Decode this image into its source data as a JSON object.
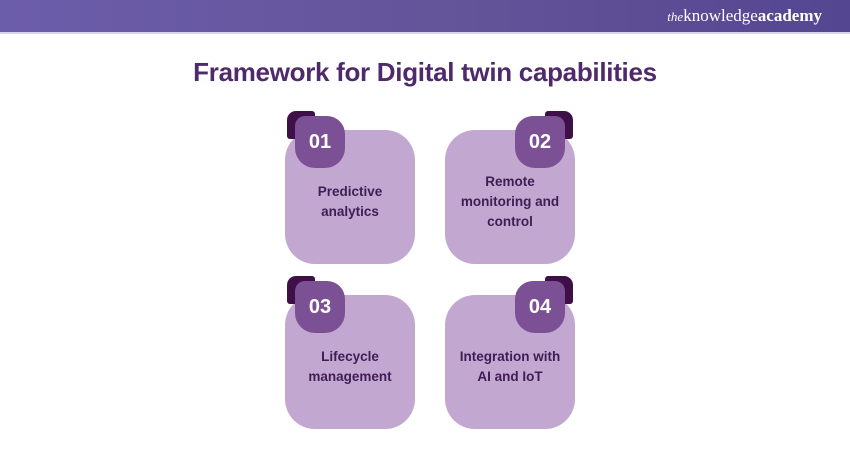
{
  "topbar": {
    "logo": {
      "the": "the",
      "knowledge": "knowledge",
      "academy": "academy"
    }
  },
  "title": "Framework for Digital twin capabilities",
  "cards": [
    {
      "number": "01",
      "label": "Predictive analytics"
    },
    {
      "number": "02",
      "label": "Remote monitoring and control"
    },
    {
      "number": "03",
      "label": "Lifecycle management"
    },
    {
      "number": "04",
      "label": "Integration with AI and IoT"
    }
  ],
  "colors": {
    "topbar_gradient_left": "#6c5dab",
    "topbar_gradient_right": "#544690",
    "topbar_border": "#d9d3ea",
    "title_text": "#4f2a6b",
    "card_background": "#c2a7d0",
    "badge_background": "#7c5094",
    "badge_corner_accent": "#3f1048",
    "card_text": "#3f1d55",
    "logo_text": "#ffffff"
  }
}
